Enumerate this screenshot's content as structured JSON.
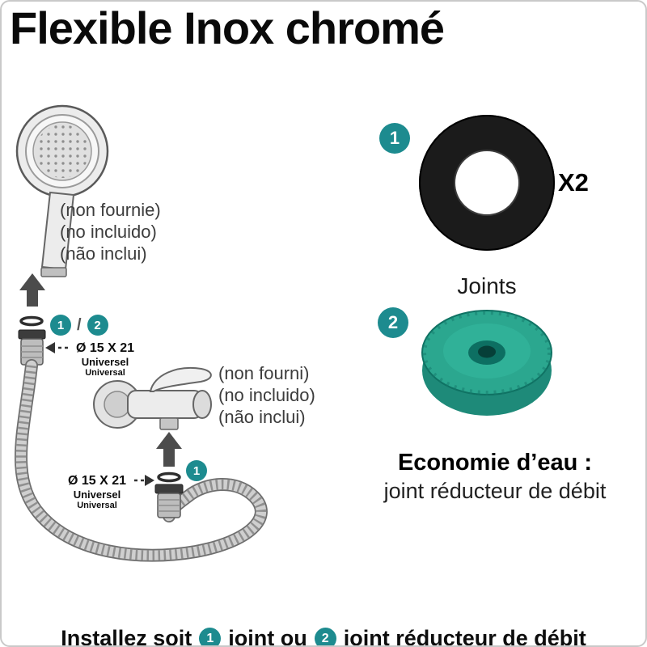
{
  "title": "Flexible Inox chromé",
  "colors": {
    "badge_teal": "#1d8b8f",
    "washer_black": "#1b1b1b",
    "reducer_teal": "#2ba78f"
  },
  "diagram": {
    "shower_note": {
      "line1": "(non fournie)",
      "line2": "(no incluido)",
      "line3": "(não inclui)"
    },
    "faucet_note": {
      "line1": "(non fourni)",
      "line2": "(no incluido)",
      "line3": "(não inclui)"
    },
    "badge_one": "1",
    "badge_two": "2",
    "badge_separator": "/",
    "connector_top": {
      "size": "Ø 15 X 21",
      "line2": "Universel",
      "line3": "Universal"
    },
    "connector_bottom": {
      "size": "Ø 15 X 21",
      "line2": "Universel",
      "line3": "Universal"
    }
  },
  "right_panel": {
    "badge_one": "1",
    "badge_two": "2",
    "quantity": "X2",
    "joints_label": "Joints",
    "eco_title": "Economie d’eau :",
    "eco_line2": "joint réducteur de débit"
  },
  "footer": {
    "segment1": "Installez soit",
    "badge_one": "1",
    "segment2": "joint ou",
    "badge_two": "2",
    "segment3": "joint réducteur de débit"
  }
}
